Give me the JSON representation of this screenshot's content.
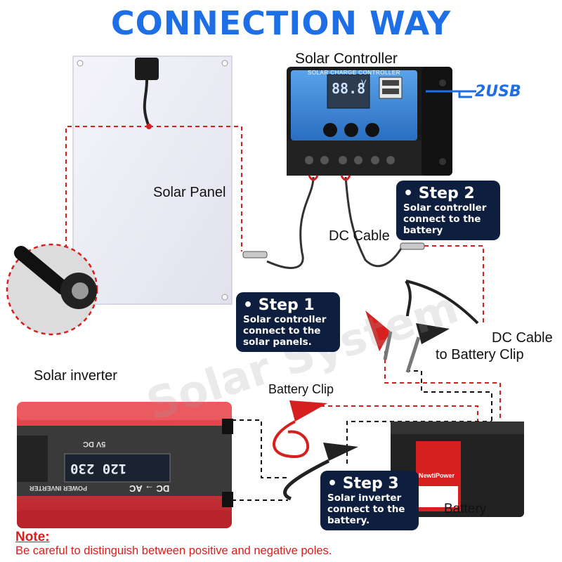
{
  "title": "CONNECTION WAY",
  "labels": {
    "solar_controller": "Solar Controller",
    "solar_panel": "Solar Panel",
    "dc_cable": "DC Cable",
    "dc_cable_battery_clip_1": "DC Cable",
    "dc_cable_battery_clip_2": "to Battery Clip",
    "solar_inverter": "Solar inverter",
    "battery_clip": "Battery Clip",
    "battery": "Battery",
    "usb": "2USB"
  },
  "controller": {
    "header": "SOLAR CHARGE CONTROLLER",
    "display": "88.8",
    "unit": "V"
  },
  "inverter": {
    "dc_badge": "5V DC",
    "display": "120 230",
    "mode": "DC → AC",
    "name": "POWER INVERTER"
  },
  "battery_info": {
    "brand": "NewtiPower"
  },
  "steps": [
    {
      "title": "• Step 1",
      "body": [
        "Solar controller",
        "connect to the",
        "solar panels."
      ]
    },
    {
      "title": "• Step 2",
      "body": [
        "Solar controller",
        "connect to the",
        "battery"
      ]
    },
    {
      "title": "• Step 3",
      "body": [
        "Solar inverter",
        "connect to the",
        "battery."
      ]
    }
  ],
  "watermark": "Solar System",
  "note": {
    "heading": "Note:",
    "text": "Be careful to distinguish between positive and negative poles."
  },
  "colors": {
    "title": "#1E6FE6",
    "step_bg": "#0E1E3E",
    "note": "#D6201F",
    "wire_red": "#D6201F",
    "inverter_red": "#D8343A",
    "controller_blue": "#3C86D8"
  }
}
